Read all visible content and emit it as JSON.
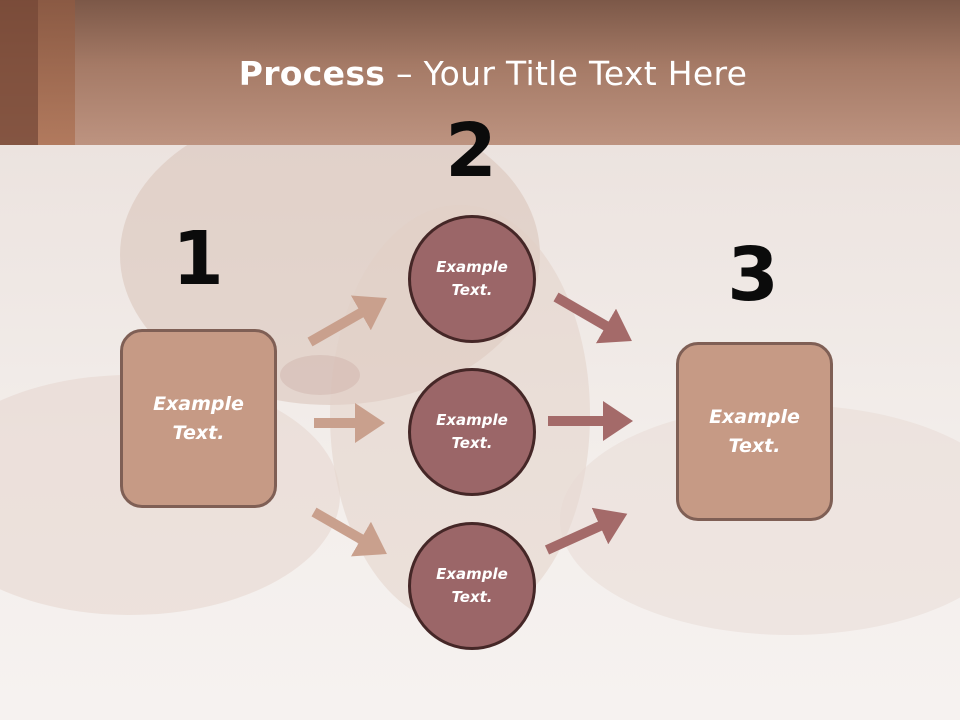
{
  "title": {
    "bold": "Process",
    "rest": " – Your Title Text Here"
  },
  "steps": {
    "one": "1",
    "two": "2",
    "three": "3"
  },
  "left_box": {
    "label": "Example Text."
  },
  "circles": [
    {
      "label": "Example Text."
    },
    {
      "label": "Example Text."
    },
    {
      "label": "Example Text."
    }
  ],
  "right_box": {
    "label": "Example Text."
  },
  "colors": {
    "box_fill": "#c69a85",
    "circle_fill": "#9b6668",
    "arrow_light": "#c9a08d",
    "arrow_dark": "#a46a69"
  }
}
